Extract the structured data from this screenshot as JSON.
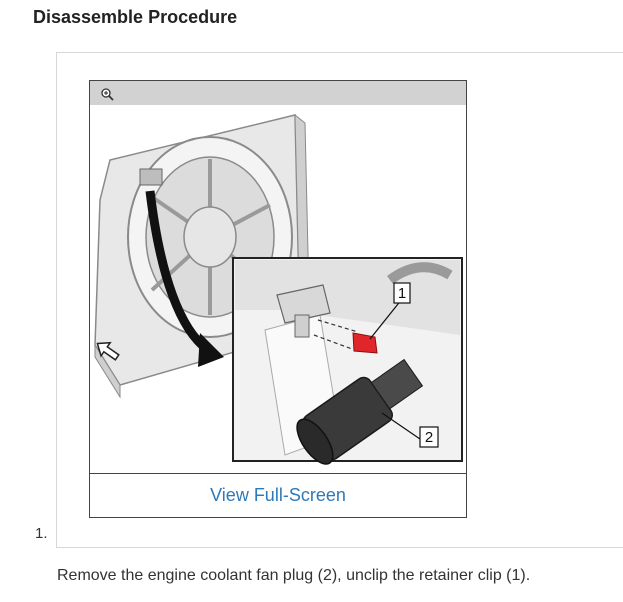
{
  "page": {
    "heading": "Disassemble Procedure"
  },
  "step": {
    "number": "1.",
    "instruction": "Remove the engine coolant fan plug (2), unclip the retainer clip (1).",
    "figure": {
      "zoom_icon": "zoom-in-icon",
      "view_link": "View Full-Screen",
      "callouts": [
        "1",
        "2"
      ]
    }
  },
  "colors": {
    "link": "#2e79b8",
    "toolbar": "#d2d2d2",
    "retainer_clip": "#e0262a"
  }
}
